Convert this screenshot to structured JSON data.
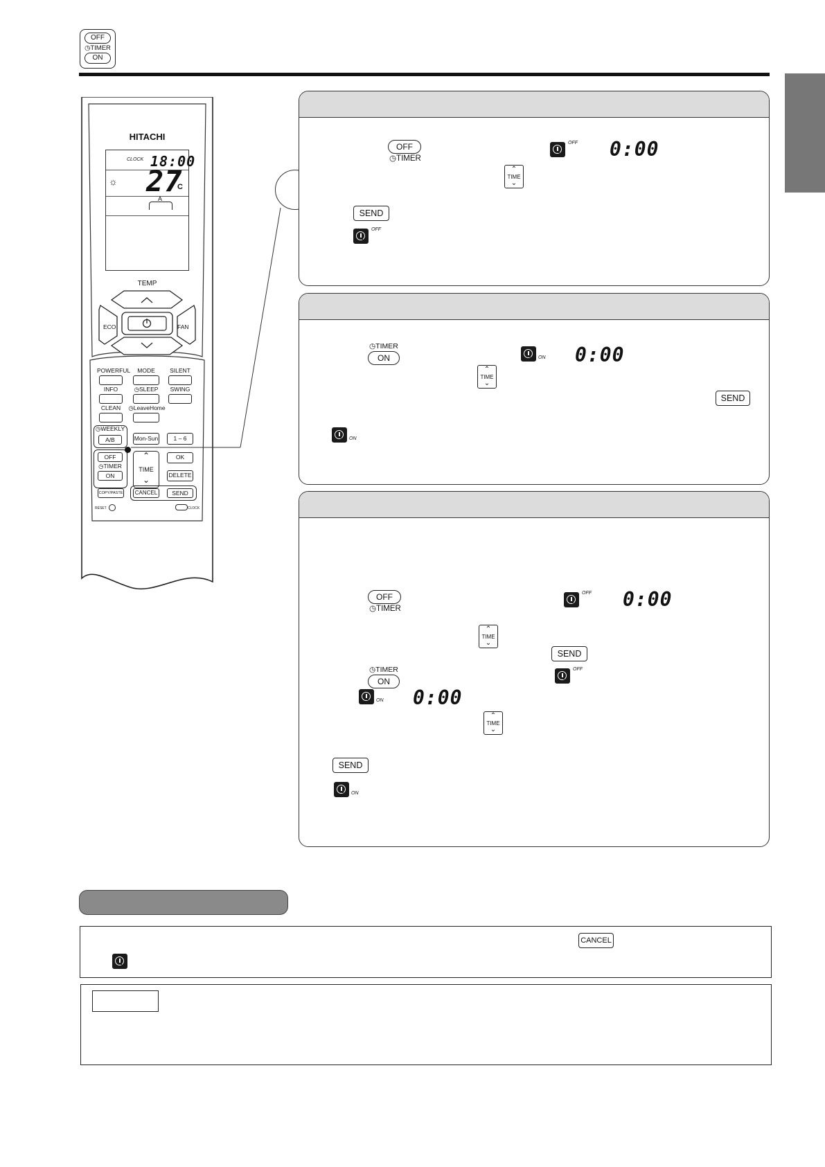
{
  "header": {
    "icon_off": "OFF",
    "icon_timer": "TIMER",
    "icon_on": "ON"
  },
  "remote": {
    "brand": "HITACHI",
    "clock_label": "CLOCK",
    "clock_time": "18:00",
    "temp_value": "27",
    "temp_unit": "C",
    "fan_letter": "A",
    "temp_label": "TEMP",
    "eco_label": "ECO",
    "fan_label": "FAN",
    "row1": [
      "POWERFUL",
      "MODE",
      "SILENT"
    ],
    "row2": [
      "INFO",
      "SLEEP",
      "SWING"
    ],
    "row3": [
      "CLEAN",
      "LeaveHome"
    ],
    "weekly_label": "WEEKLY",
    "weekly_btn": "A/B",
    "monsun": "Mon-Sun",
    "range": "1 – 6",
    "off": "OFF",
    "timer": "TIMER",
    "on": "ON",
    "time": "TIME",
    "ok": "OK",
    "delete": "DELETE",
    "copypaste": "COPY/PASTE",
    "cancel": "CANCEL",
    "send": "SEND",
    "reset": "RESET",
    "clock": "CLOCK"
  },
  "panels": {
    "off": "OFF",
    "on": "ON",
    "timer": "TIMER",
    "time": "TIME",
    "send": "SEND",
    "display_time": "0:00",
    "sup_off": "OFF",
    "sup_on": "ON"
  },
  "bottom": {
    "cancel": "CANCEL"
  },
  "colors": {
    "panel_header": "#dcdcdc",
    "side_tab": "#777777",
    "pill_bar": "#8a8a8a"
  }
}
